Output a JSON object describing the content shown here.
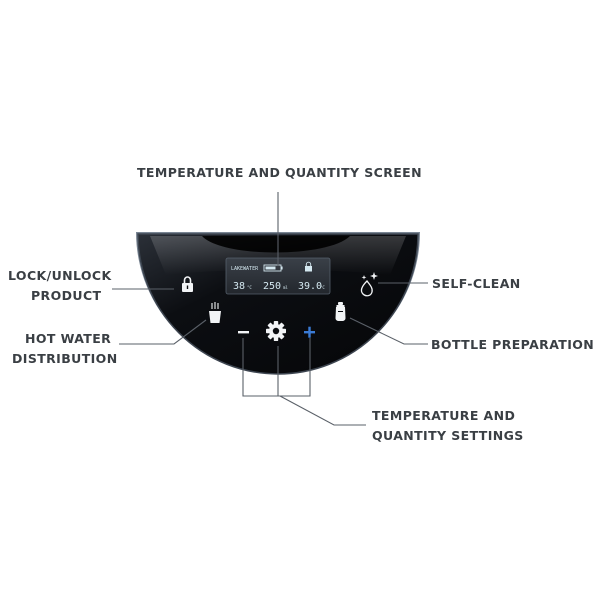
{
  "callouts": {
    "screen": "TEMPERATURE AND QUANTITY SCREEN",
    "lock_line1": "LOCK/UNLOCK",
    "lock_line2": "PRODUCT",
    "hot_line1": "HOT WATER",
    "hot_line2": "DISTRIBUTION",
    "selfclean": "SELF-CLEAN",
    "bottle": "BOTTLE PREPARATION",
    "settings_line1": "TEMPERATURE AND",
    "settings_line2": "QUANTITY SETTINGS"
  },
  "display": {
    "mode_tag": "LAKEWATER",
    "temperature": "38",
    "temperature_unit": "°C",
    "quantity": "250",
    "quantity_unit": "ml",
    "water_temp": "39.0",
    "water_temp_unit": "°C"
  },
  "controls": {
    "minus": "−",
    "plus": "+"
  },
  "colors": {
    "panel": "#0a0c10",
    "panel_edge": "#6b7784",
    "lcd_glow": "#cfe3ec",
    "icon": "#f2f4f6",
    "plus_accent": "#3a7bd5",
    "label_text": "#3a3f44",
    "leader_line": "#5a6068"
  },
  "icons": [
    "lock-icon",
    "cup-icon",
    "gear-icon",
    "self-clean-icon",
    "bottle-icon",
    "battery-icon",
    "minus-icon",
    "plus-icon"
  ]
}
